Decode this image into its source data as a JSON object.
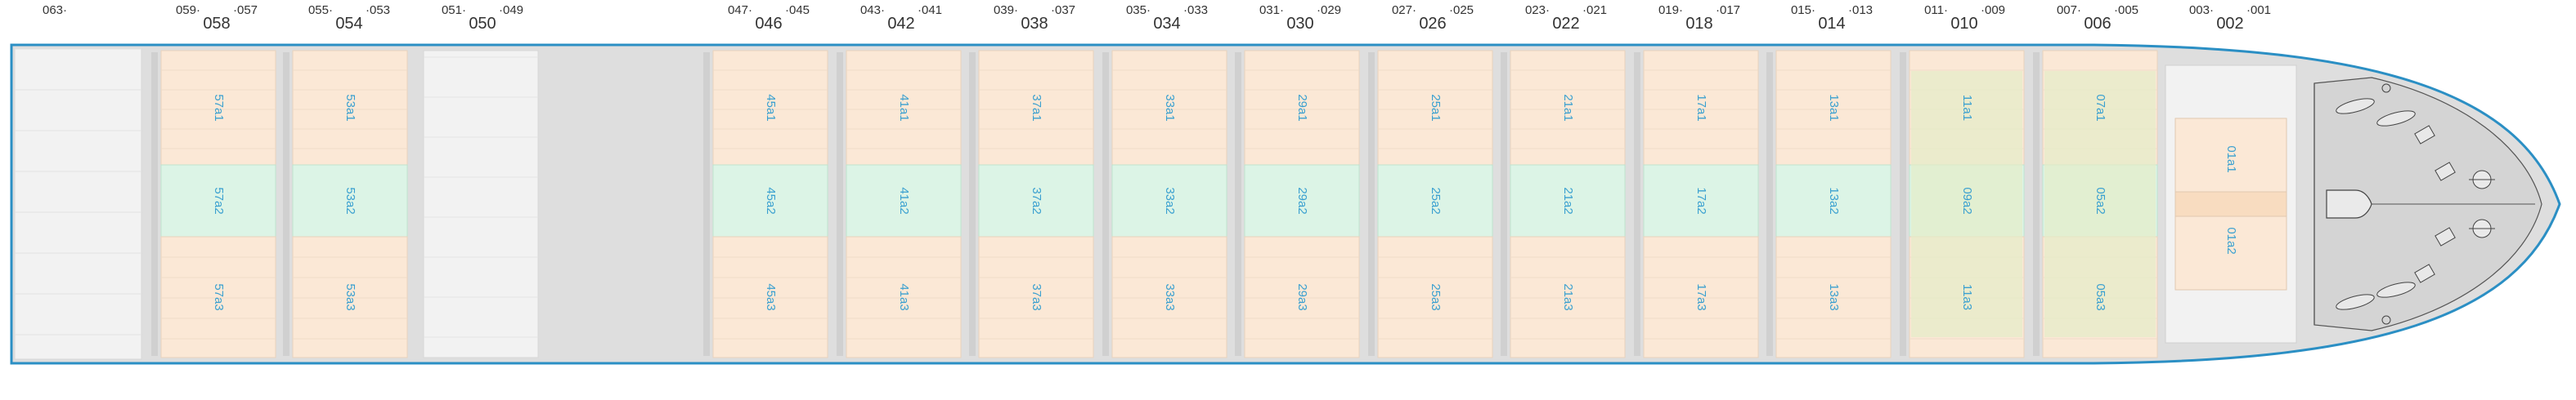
{
  "bays": [
    {
      "main": "058",
      "left": "059",
      "right": "057"
    },
    {
      "main": "054",
      "left": "055",
      "right": "053"
    },
    {
      "main": "050",
      "left": "051",
      "right": "049"
    },
    {
      "main": "046",
      "left": "047",
      "right": "045"
    },
    {
      "main": "042",
      "left": "043",
      "right": "041"
    },
    {
      "main": "038",
      "left": "039",
      "right": "037"
    },
    {
      "main": "034",
      "left": "035",
      "right": "033"
    },
    {
      "main": "030",
      "left": "031",
      "right": "029"
    },
    {
      "main": "026",
      "left": "027",
      "right": "025"
    },
    {
      "main": "022",
      "left": "023",
      "right": "021"
    },
    {
      "main": "018",
      "left": "019",
      "right": "017"
    },
    {
      "main": "014",
      "left": "015",
      "right": "013"
    },
    {
      "main": "010",
      "left": "011",
      "right": "009"
    },
    {
      "main": "006",
      "left": "007",
      "right": "005"
    },
    {
      "main": "002",
      "left": "003",
      "right": "001"
    }
  ],
  "extra_bay_label": "063",
  "holds": [
    {
      "a1": "57a1",
      "a2": "57a2",
      "a3": "57a3"
    },
    {
      "a1": "53a1",
      "a2": "53a2",
      "a3": "53a3"
    },
    {
      "a1": "45a1",
      "a2": "45a2",
      "a3": "45a3"
    },
    {
      "a1": "41a1",
      "a2": "41a2",
      "a3": "41a3"
    },
    {
      "a1": "37a1",
      "a2": "37a2",
      "a3": "37a3"
    },
    {
      "a1": "33a1",
      "a2": "33a2",
      "a3": "33a3"
    },
    {
      "a1": "29a1",
      "a2": "29a2",
      "a3": "29a3"
    },
    {
      "a1": "25a1",
      "a2": "25a2",
      "a3": "25a3"
    },
    {
      "a1": "21a1",
      "a2": "21a2",
      "a3": "21a3"
    },
    {
      "a1": "17a1",
      "a2": "17a2",
      "a3": "17a3"
    },
    {
      "a1": "13a1",
      "a2": "13a2",
      "a3": "13a3"
    },
    {
      "a1": "11a1",
      "a2": "09a2",
      "a3": "11a3"
    },
    {
      "a1": "07a1",
      "a2": "05a2",
      "a3": "05a3"
    },
    {
      "a1": "01a1",
      "a2": "01a2",
      "a3": ""
    }
  ],
  "colors": {
    "hull_outline": "#2b8fc4",
    "deck": "#dedede",
    "hatch_orange": "#fbe8d6",
    "hatch_green": "#dcf4e6",
    "slot_label": "#3aa0d0",
    "empty_bay": "#f2f2f2",
    "forecastle": "#d4d4d4"
  }
}
